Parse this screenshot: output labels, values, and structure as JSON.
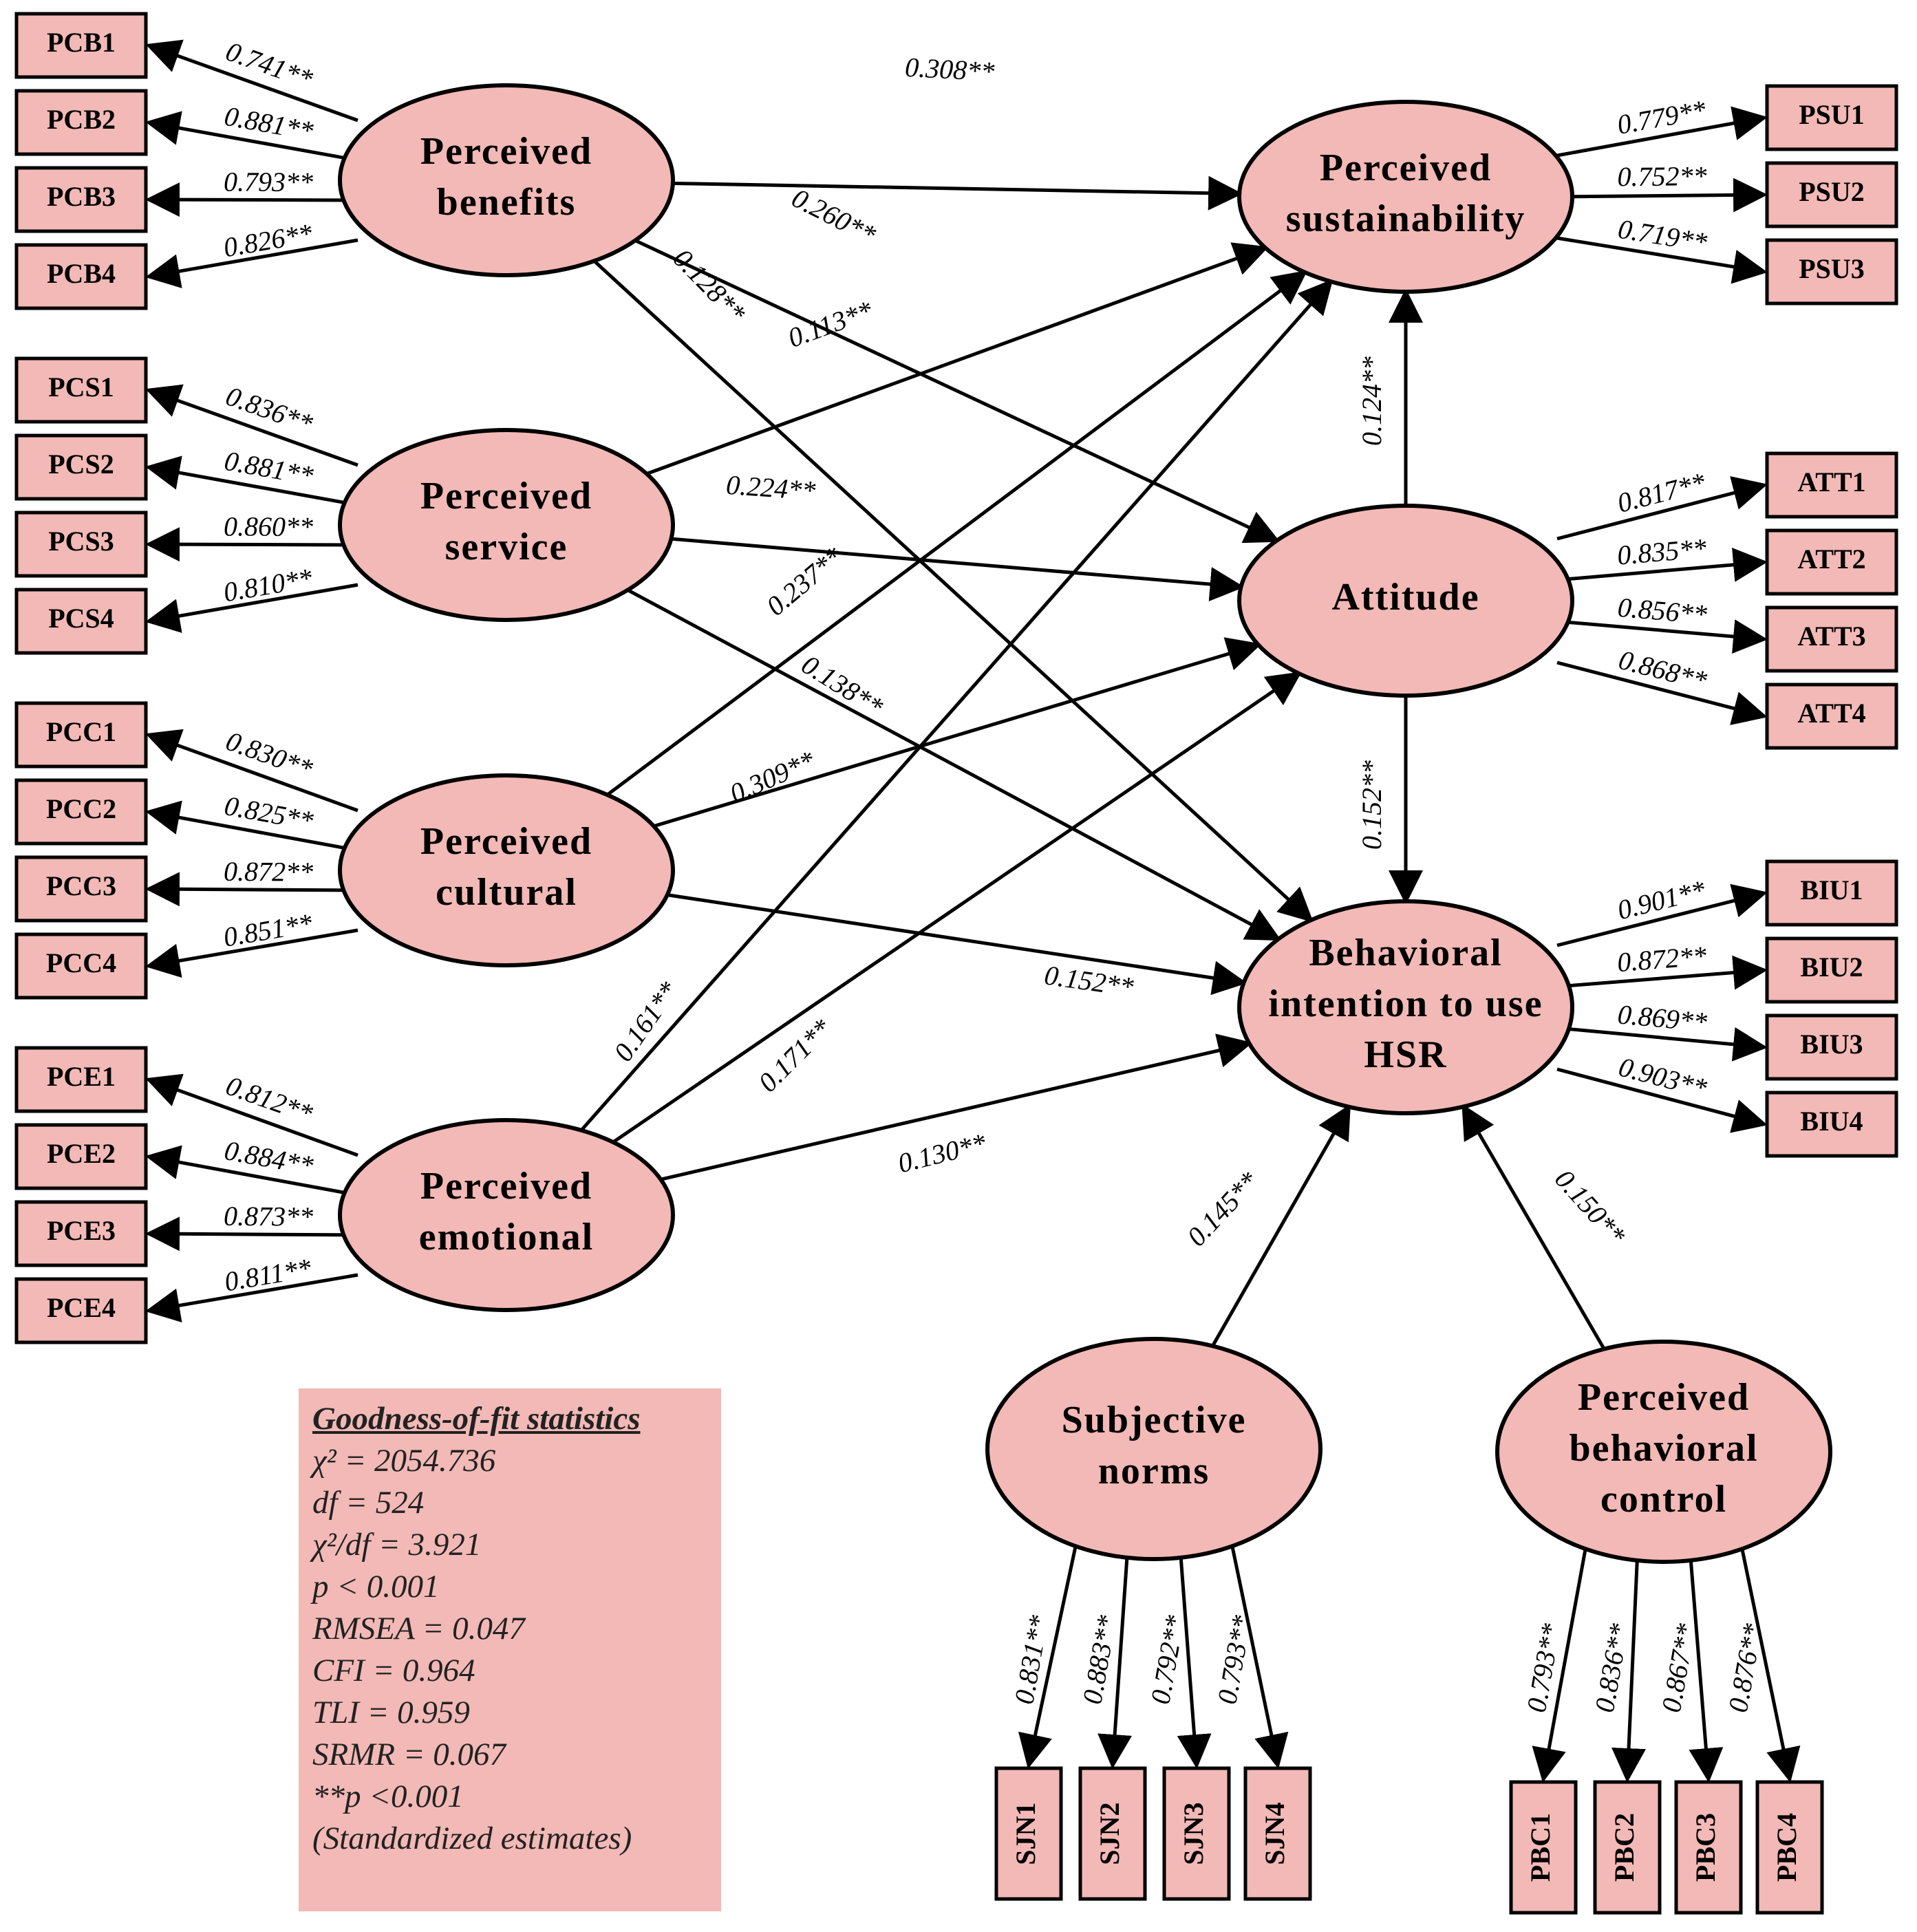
{
  "latent": {
    "pcb": [
      "Perceived",
      "benefits"
    ],
    "pcs": [
      "Perceived",
      "service"
    ],
    "pcc": [
      "Perceived",
      "cultural"
    ],
    "pce": [
      "Perceived",
      "emotional"
    ],
    "psu": [
      "Perceived",
      "sustainability"
    ],
    "att": [
      "Attitude"
    ],
    "biu": [
      "Behavioral",
      "intention to use",
      "HSR"
    ],
    "sjn": [
      "Subjective",
      "norms"
    ],
    "pbc": [
      "Perceived",
      "behavioral",
      "control"
    ]
  },
  "indicators": {
    "pcb": [
      "PCB1",
      "PCB2",
      "PCB3",
      "PCB4"
    ],
    "pcs": [
      "PCS1",
      "PCS2",
      "PCS3",
      "PCS4"
    ],
    "pcc": [
      "PCC1",
      "PCC2",
      "PCC3",
      "PCC4"
    ],
    "pce": [
      "PCE1",
      "PCE2",
      "PCE3",
      "PCE4"
    ],
    "psu": [
      "PSU1",
      "PSU2",
      "PSU3"
    ],
    "att": [
      "ATT1",
      "ATT2",
      "ATT3",
      "ATT4"
    ],
    "biu": [
      "BIU1",
      "BIU2",
      "BIU3",
      "BIU4"
    ],
    "sjn": [
      "SJN1",
      "SJN2",
      "SJN3",
      "SJN4"
    ],
    "pbc": [
      "PBC1",
      "PBC2",
      "PBC3",
      "PBC4"
    ]
  },
  "loadings": {
    "pcb": [
      "0.741**",
      "0.881**",
      "0.793**",
      "0.826**"
    ],
    "pcs": [
      "0.836**",
      "0.881**",
      "0.860**",
      "0.810**"
    ],
    "pcc": [
      "0.830**",
      "0.825**",
      "0.872**",
      "0.851**"
    ],
    "pce": [
      "0.812**",
      "0.884**",
      "0.873**",
      "0.811**"
    ],
    "psu": [
      "0.779**",
      "0.752**",
      "0.719**"
    ],
    "att": [
      "0.817**",
      "0.835**",
      "0.856**",
      "0.868**"
    ],
    "biu": [
      "0.901**",
      "0.872**",
      "0.869**",
      "0.903**"
    ],
    "sjn": [
      "0.831**",
      "0.883**",
      "0.792**",
      "0.793**"
    ],
    "pbc": [
      "0.793**",
      "0.836**",
      "0.867**",
      "0.876**"
    ]
  },
  "paths": {
    "pcb_psu": "0.308**",
    "pcb_att": "0.260**",
    "pcb_biu": "0.128**",
    "pcs_psu": "0.113**",
    "pcs_att": "0.224**",
    "pcs_biu": "0.138**",
    "pcc_psu": "0.237**",
    "pcc_att": "0.309**",
    "pcc_biu": "0.152**",
    "pce_psu": "0.161**",
    "pce_att": "0.171**",
    "pce_biu": "0.130**",
    "att_psu": "0.124**",
    "att_biu": "0.152**",
    "sjn_biu": "0.145**",
    "pbc_biu": "0.150**"
  },
  "stats": {
    "title": "Goodness-of-fit statistics",
    "lines": [
      "χ² = 2054.736",
      "df = 524",
      "χ²/df = 3.921",
      "p < 0.001",
      "RMSEA = 0.047",
      "CFI = 0.964",
      "TLI = 0.959",
      "SRMR = 0.067",
      "**p <0.001",
      "(Standardized estimates)"
    ]
  },
  "colors": {
    "fill": "#f2b9b6",
    "stroke": "#000000"
  }
}
